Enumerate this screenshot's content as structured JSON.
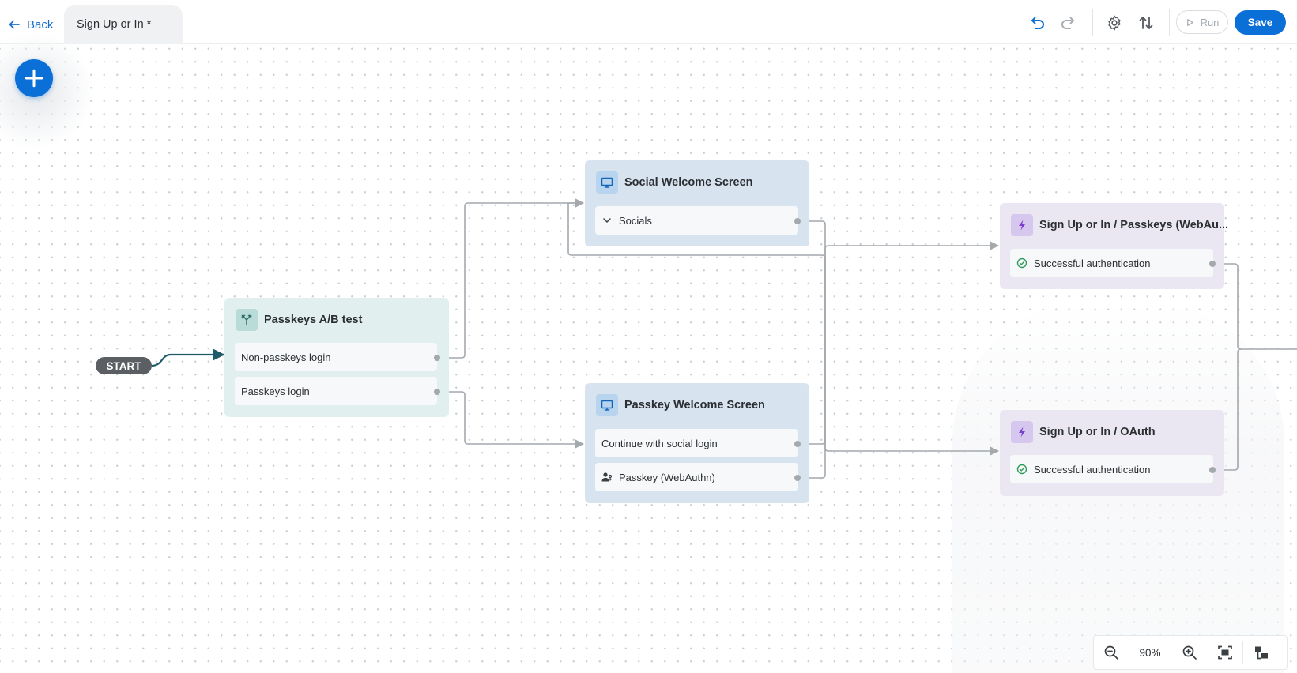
{
  "header": {
    "back_label": "Back",
    "tab_title": "Sign Up or In *",
    "run_label": "Run",
    "save_label": "Save"
  },
  "canvas": {
    "start_label": "START",
    "nodes": [
      {
        "title": "Passkeys A/B test",
        "icon": "split-icon",
        "rows": [
          "Non-passkeys login",
          "Passkeys login"
        ]
      },
      {
        "title": "Social Welcome Screen",
        "icon": "screen-icon",
        "rows": [
          "Socials"
        ]
      },
      {
        "title": "Passkey Welcome Screen",
        "icon": "screen-icon",
        "rows": [
          "Continue with social login",
          "Passkey (WebAuthn)"
        ]
      },
      {
        "title": "Sign Up or In / Passkeys (WebAu...",
        "icon": "bolt-icon",
        "rows": [
          "Successful authentication"
        ]
      },
      {
        "title": "Sign Up or In / OAuth",
        "icon": "bolt-icon",
        "rows": [
          "Successful authentication"
        ]
      }
    ]
  },
  "zoom": {
    "level": "90%"
  },
  "colors": {
    "accent": "#0a6fd6",
    "teal_node": "#e1efee",
    "blue_node": "#d7e3ef",
    "purple_node": "#ebe7f2",
    "start_edge": "#1f5a6a"
  }
}
